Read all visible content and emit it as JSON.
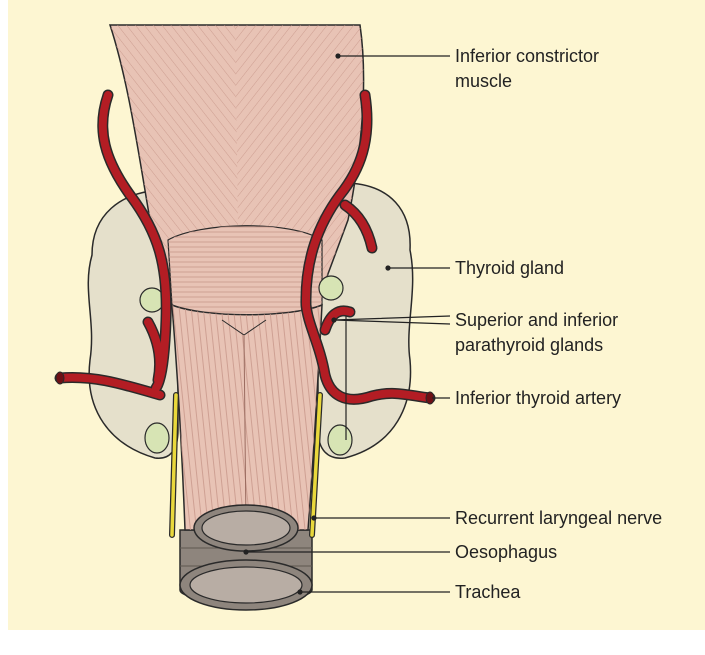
{
  "labels": {
    "inferior_constrictor": [
      "Inferior constrictor",
      "muscle"
    ],
    "thyroid_gland": "Thyroid gland",
    "parathyroid": [
      "Superior and inferior",
      "parathyroid glands"
    ],
    "inferior_thyroid_artery": "Inferior thyroid artery",
    "recurrent_laryngeal_nerve": "Recurrent laryngeal nerve",
    "oesophagus": "Oesophagus",
    "trachea": "Trachea"
  },
  "colors": {
    "background": "#fdf6d2",
    "muscle": "#e8c3b5",
    "muscle_fiber": "#c8978a",
    "thyroid": "#e5e0cb",
    "artery": "#b31d24",
    "parathyroid": "#d7e4b4",
    "nerve": "#e9d83c",
    "trachea_ring": "#8e857d",
    "oesophagus_lumen": "#b8ada4",
    "leader_line": "#222222"
  }
}
